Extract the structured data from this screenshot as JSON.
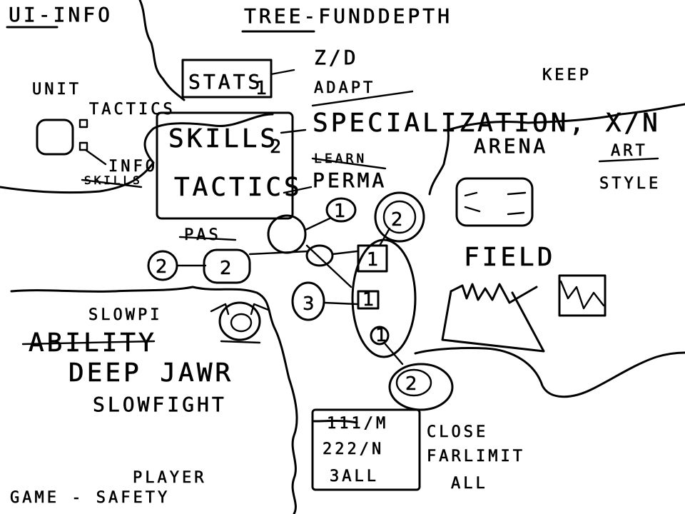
{
  "title_left": "UI-INFO",
  "title_center": "TREE-FUNDDEPTH",
  "left_panel": {
    "unit": "UNIT",
    "tactics": "TACTICS",
    "info": "INFO",
    "skills_crossed": "SKILLS"
  },
  "tree_boxes": {
    "stats": "STATS",
    "stats_sub": "1",
    "skills": "SKILLS",
    "skills_sub": "2",
    "tactics": "TACTICS"
  },
  "right_notes": {
    "zd": "Z/D",
    "adapt": "ADAPT",
    "keep": "KEEP",
    "specialization": "SPECIALIZATION, X/N",
    "learn": "LEARN",
    "perma": "PERMA"
  },
  "arena": {
    "arena": "ARENA",
    "art": "ART",
    "style": "STYLE",
    "field": "FIELD"
  },
  "pas": "PAS",
  "nodes": [
    "1",
    "2",
    "2",
    "2",
    "3",
    "1",
    "1",
    "1",
    "2"
  ],
  "left_bottom": {
    "slowpi": "SLOWPI",
    "ability": "ABILITY",
    "deep_jawr": "DEEP JAWR",
    "slowfight": "SLOWFIGHT",
    "player": "PLAYER",
    "game_safety": "GAME - SAFETY"
  },
  "bottom_box": {
    "line1": "111/M",
    "line2": "222/N",
    "line3": "3ALL",
    "close": "CLOSE",
    "farlimit": "FARLIMIT",
    "all": "ALL"
  }
}
